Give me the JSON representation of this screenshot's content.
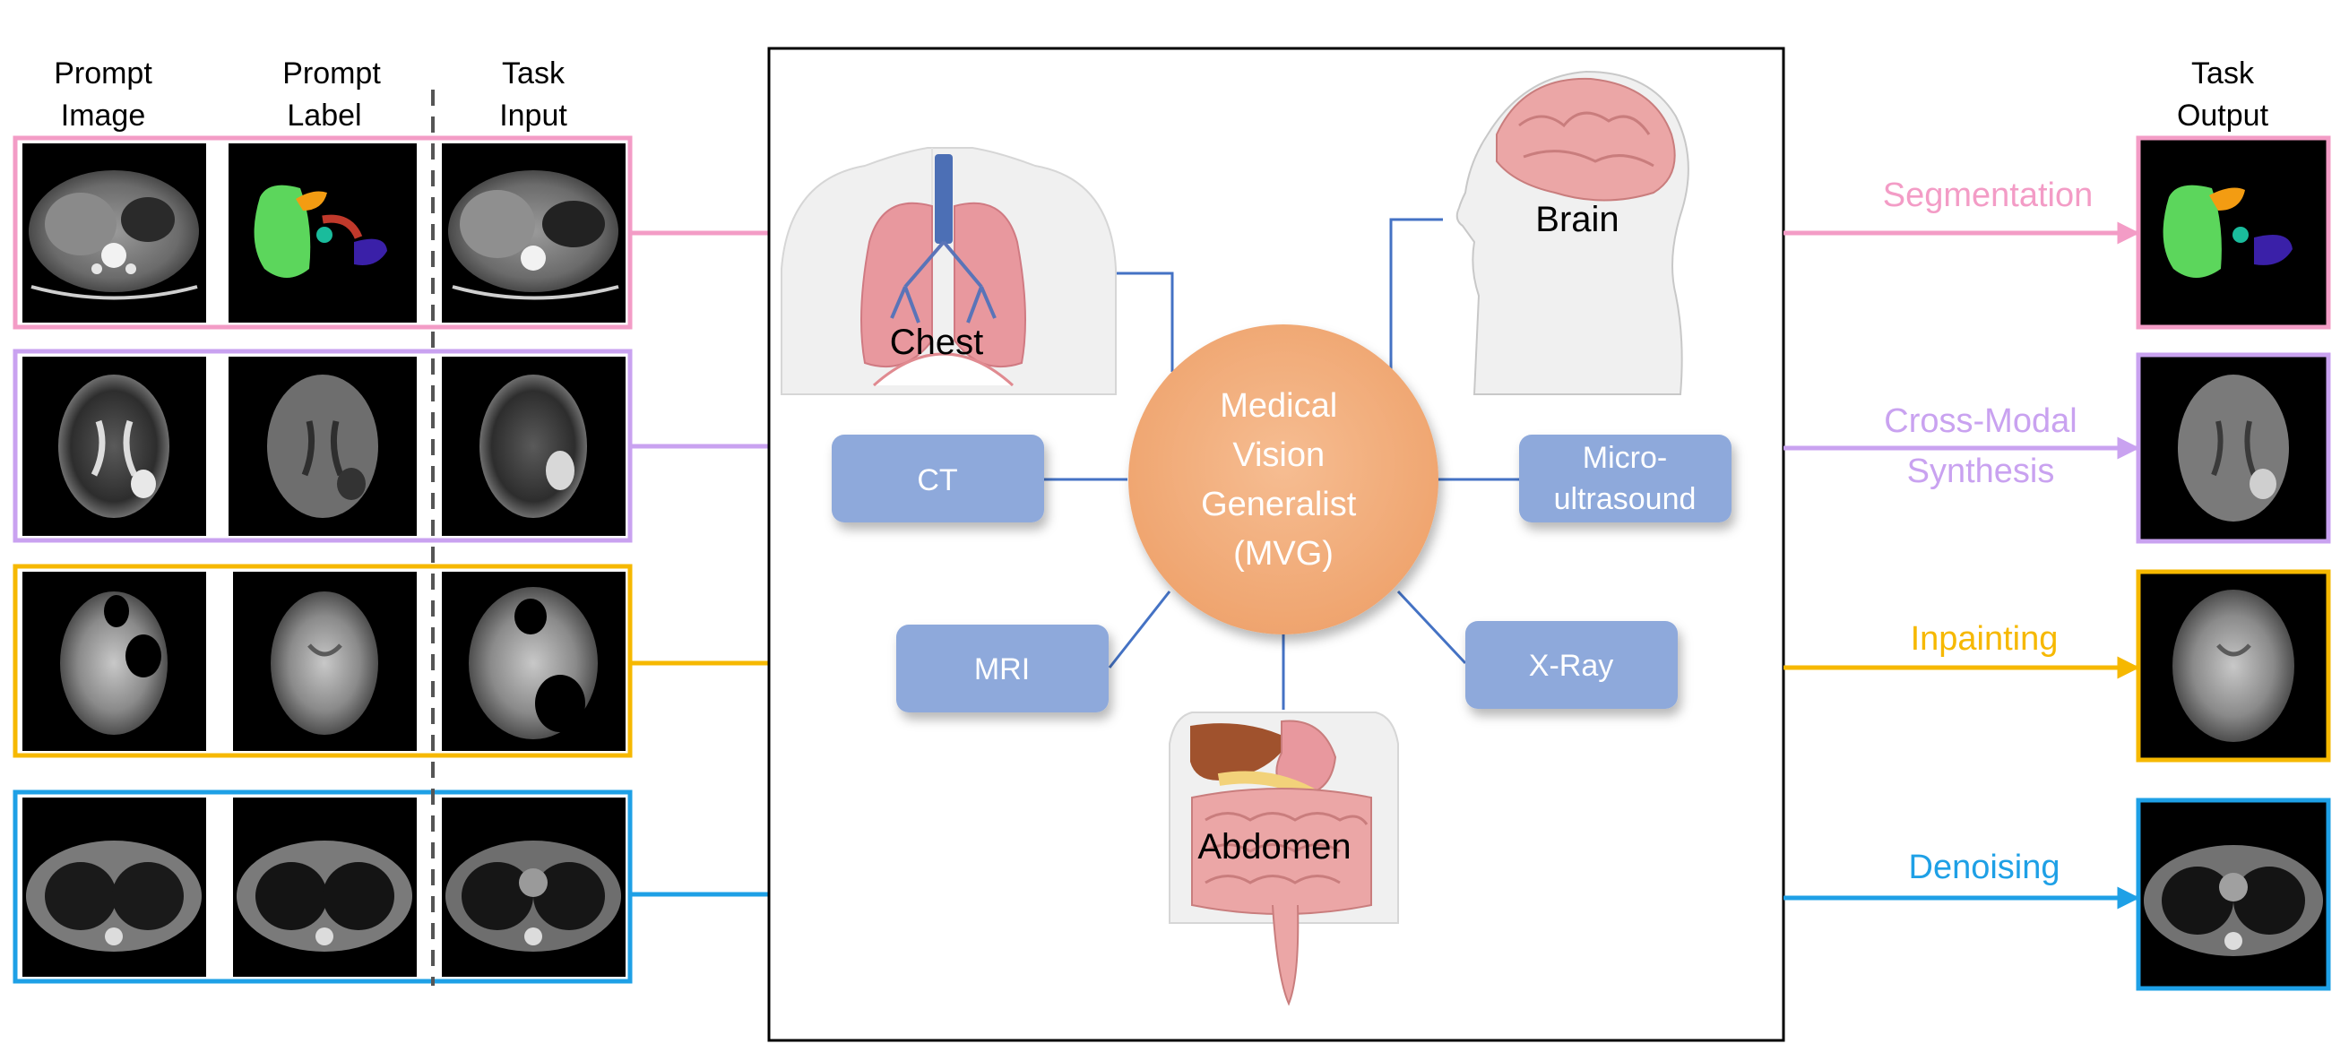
{
  "columns": {
    "prompt_image": [
      "Prompt",
      "Image"
    ],
    "prompt_label": [
      "Prompt",
      "Label"
    ],
    "task_input": [
      "Task",
      "Input"
    ],
    "task_output": [
      "Task",
      "Output"
    ]
  },
  "tasks": [
    {
      "id": "segmentation",
      "label_lines": [
        "Segmentation"
      ],
      "color": "#F39CC6",
      "prompt_image": "ct-abdomen-slice",
      "prompt_label": "segmentation-mask",
      "task_input": "ct-abdomen-slice",
      "task_output": "segmentation-mask"
    },
    {
      "id": "synthesis",
      "label_lines": [
        "Cross-Modal",
        "Synthesis"
      ],
      "color": "#C9A2F0",
      "prompt_image": "mri-t2-brain",
      "prompt_label": "mri-t1-brain",
      "task_input": "mri-t2-brain",
      "task_output": "mri-t1-brain"
    },
    {
      "id": "inpainting",
      "label_lines": [
        "Inpainting"
      ],
      "color": "#F6B800",
      "prompt_image": "mri-brain-masked",
      "prompt_label": "mri-brain",
      "task_input": "mri-brain-masked",
      "task_output": "mri-brain"
    },
    {
      "id": "denoising",
      "label_lines": [
        "Denoising"
      ],
      "color": "#1EA0E6",
      "prompt_image": "ct-chest-noisy",
      "prompt_label": "ct-chest",
      "task_input": "ct-chest-noisy",
      "task_output": "ct-chest"
    }
  ],
  "hub": {
    "label_lines": [
      "Medical",
      "Vision",
      "Generalist",
      "(MVG)"
    ],
    "fill": "#F4B183",
    "text_color": "#ffffff"
  },
  "modalities": [
    {
      "id": "ct",
      "label_lines": [
        "CT"
      ]
    },
    {
      "id": "micro-ultrasound",
      "label_lines": [
        "Micro-",
        "ultrasound"
      ]
    },
    {
      "id": "mri",
      "label_lines": [
        "MRI"
      ]
    },
    {
      "id": "x-ray",
      "label_lines": [
        "X-Ray"
      ]
    }
  ],
  "modality_style": {
    "fill": "#8EA9DB",
    "text_color": "#ffffff"
  },
  "anatomy": [
    {
      "id": "chest",
      "label": "Chest",
      "icon": "lungs-illustration"
    },
    {
      "id": "brain",
      "label": "Brain",
      "icon": "brain-head-illustration"
    },
    {
      "id": "abdomen",
      "label": "Abdomen",
      "icon": "abdomen-organs-illustration"
    }
  ],
  "connector_color": "#4472C4"
}
